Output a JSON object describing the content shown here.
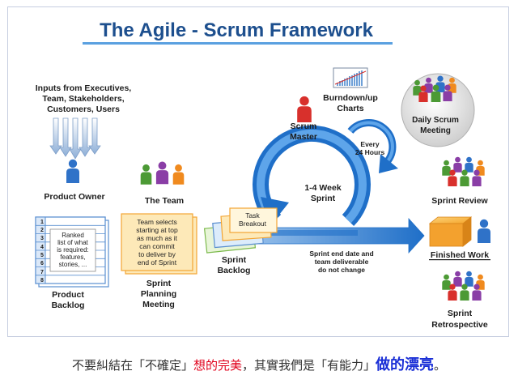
{
  "title": "The Agile - Scrum Framework",
  "inputs": {
    "line1": "Inputs from Executives,",
    "line2": "Team, Stakeholders,",
    "line3": "Customers, Users"
  },
  "roles": {
    "product_owner": "Product Owner",
    "the_team": "The Team",
    "scrum_master_1": "Scrum",
    "scrum_master_2": "Master"
  },
  "burndown": {
    "line1": "Burndown/up",
    "line2": "Charts"
  },
  "daily": {
    "line1": "Daily Scrum",
    "line2": "Meeting"
  },
  "every": {
    "line1": "Every",
    "line2": "24 Hours"
  },
  "sprint_loop": {
    "line1": "1-4 Week",
    "line2": "Sprint"
  },
  "backlog": {
    "numbers": [
      "1",
      "2",
      "3",
      "4",
      "5",
      "6",
      "7",
      "8"
    ],
    "note": [
      "Ranked",
      "list of what",
      "is required:",
      "features,",
      "stories, ..."
    ],
    "label1": "Product",
    "label2": "Backlog"
  },
  "planning": {
    "note": [
      "Team selects",
      "starting at top",
      "as much as it",
      "can commit",
      "to deliver by",
      "end of Sprint"
    ],
    "label1": "Sprint",
    "label2": "Planning",
    "label3": "Meeting"
  },
  "sprint_backlog": {
    "task1": "Task",
    "task2": "Breakout",
    "label1": "Sprint",
    "label2": "Backlog"
  },
  "sprint_end": {
    "line1": "Sprint end date and",
    "line2": "team deliverable",
    "line3": "do not change"
  },
  "outcomes": {
    "review": "Sprint Review",
    "finished": "Finished Work",
    "retro1": "Sprint",
    "retro2": "Retrospective"
  },
  "caption": {
    "part1": "不要糾結在「不確定」",
    "part2": "想的完美",
    "part3": "，其實我們是「有能力」",
    "part4": "做的漂亮",
    "part5": "。"
  },
  "colors": {
    "title": "#1d4f8e",
    "arrow": "#2a78cf",
    "blue_person": "#2f72c8",
    "red_person": "#d8302c",
    "purple_person": "#8a3ea6",
    "green_person": "#4c9a35",
    "orange_person": "#f08a1e",
    "note_fill": "#fde9b8",
    "caption_red": "#e0001b",
    "caption_blue": "#1a2fd6"
  }
}
